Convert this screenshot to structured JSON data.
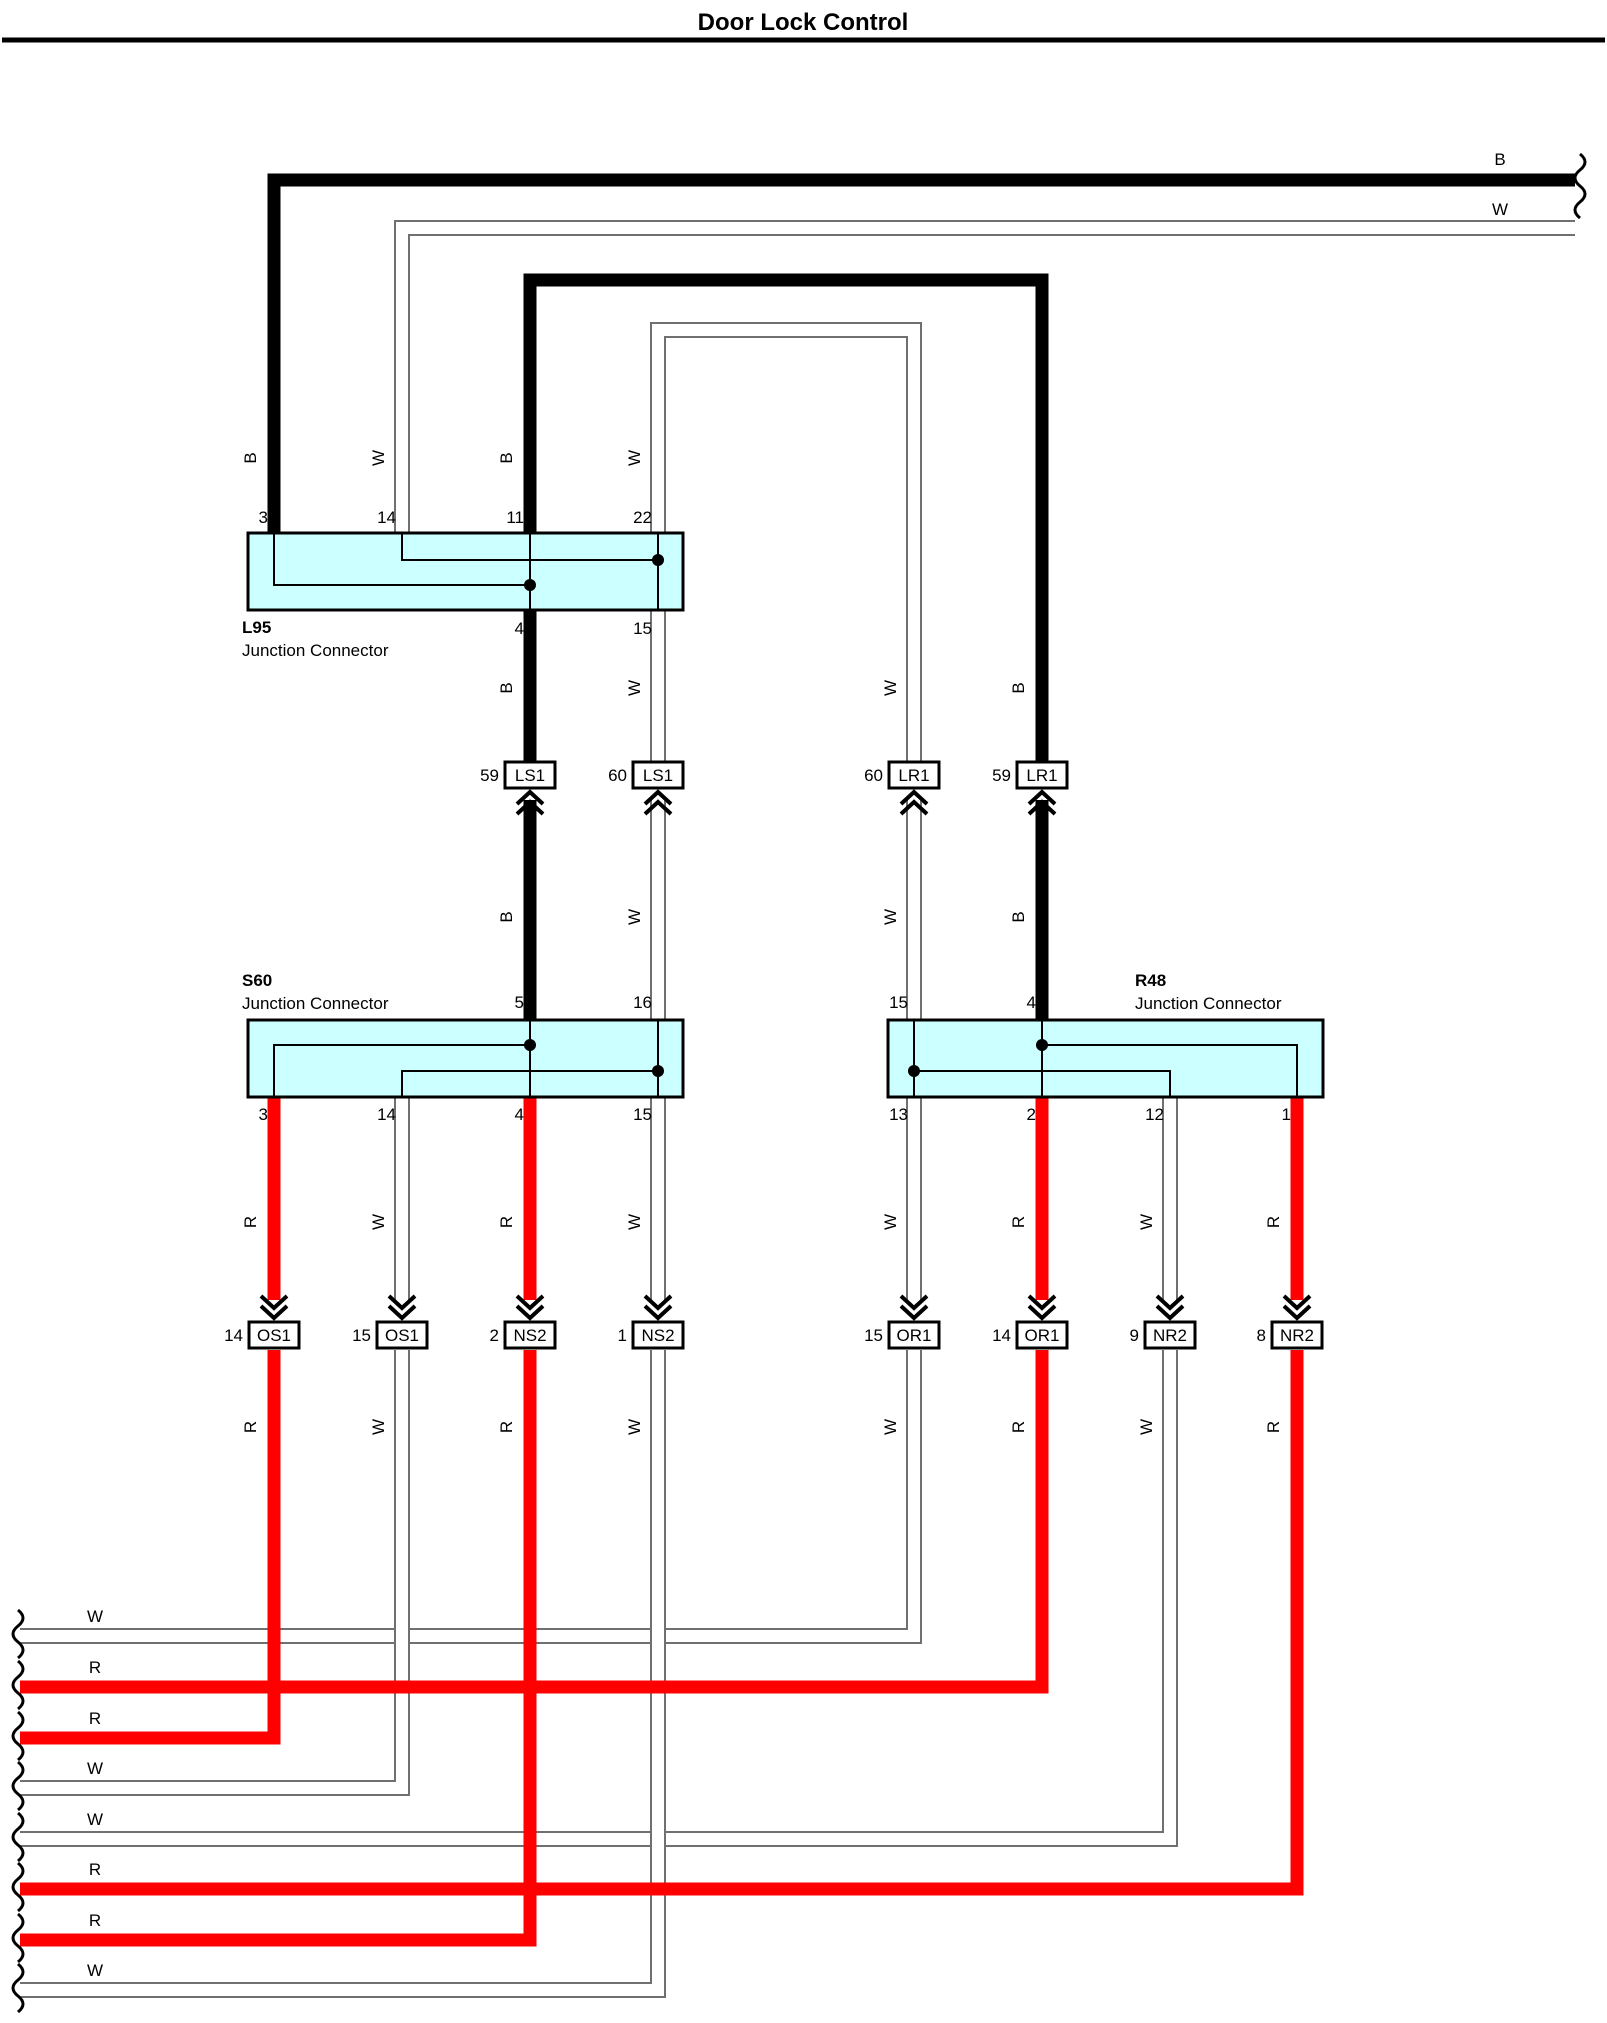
{
  "title": "Door Lock Control",
  "colors": {
    "B": "#000000",
    "R": "#ff0000",
    "W": "#ffffff",
    "connector_fill": "#ccffff",
    "wire_outline": "#707070"
  },
  "junctions": {
    "L95": {
      "name": "L95",
      "desc": "Junction Connector",
      "pins": [
        "3",
        "14",
        "11",
        "22",
        "4",
        "15"
      ]
    },
    "S60": {
      "name": "S60",
      "desc": "Junction Connector",
      "pins": [
        "5",
        "16",
        "3",
        "14",
        "4",
        "15"
      ]
    },
    "R48": {
      "name": "R48",
      "desc": "Junction Connector",
      "pins": [
        "15",
        "4",
        "13",
        "2",
        "12",
        "1"
      ]
    }
  },
  "connectors_mid": [
    {
      "pin": "59",
      "code": "LS1"
    },
    {
      "pin": "60",
      "code": "LS1"
    },
    {
      "pin": "60",
      "code": "LR1"
    },
    {
      "pin": "59",
      "code": "LR1"
    }
  ],
  "connectors_low": [
    {
      "pin": "14",
      "code": "OS1"
    },
    {
      "pin": "15",
      "code": "OS1"
    },
    {
      "pin": "2",
      "code": "NS2"
    },
    {
      "pin": "1",
      "code": "NS2"
    },
    {
      "pin": "15",
      "code": "OR1"
    },
    {
      "pin": "14",
      "code": "OR1"
    },
    {
      "pin": "9",
      "code": "NR2"
    },
    {
      "pin": "8",
      "code": "NR2"
    }
  ],
  "wire_labels": {
    "top_right": [
      "B",
      "W"
    ],
    "l95_top": [
      "B",
      "W",
      "B",
      "W"
    ],
    "l95_bottom": [
      "B",
      "W"
    ],
    "right_upper": [
      "W",
      "B"
    ],
    "mid_left": [
      "B",
      "W"
    ],
    "mid_right": [
      "W",
      "B"
    ],
    "s60_bottom": [
      "R",
      "W",
      "R",
      "W"
    ],
    "r48_bottom": [
      "W",
      "R",
      "W",
      "R"
    ],
    "low_left": [
      "R",
      "W",
      "R",
      "W"
    ],
    "low_right": [
      "W",
      "R",
      "W",
      "R"
    ],
    "bottom_left": [
      "W",
      "R",
      "R",
      "W",
      "W",
      "R",
      "R",
      "W"
    ]
  }
}
